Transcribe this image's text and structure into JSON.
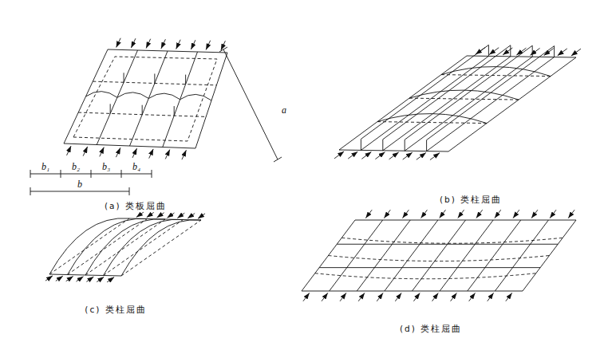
{
  "diagram": {
    "labels": [
      "a",
      "b₁",
      "b₂",
      "b₃",
      "b₄",
      "b",
      "(a) 类板屈曲",
      "(b) 类柱屈曲",
      "(c) 类柱屈曲",
      "(d) 类柱屈曲"
    ]
  }
}
